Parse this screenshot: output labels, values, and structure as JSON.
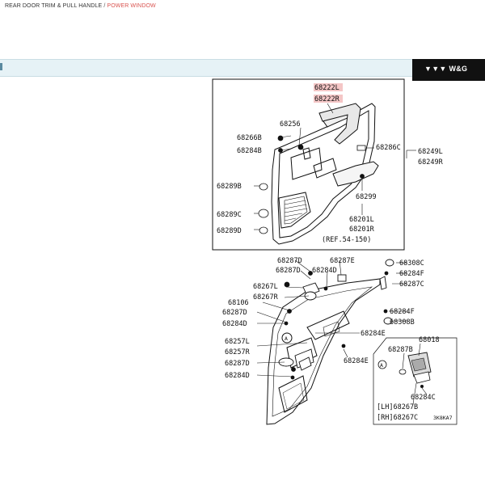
{
  "header": {
    "breadcrumb_main": "REAR DOOR TRIM & PULL HANDLE",
    "breadcrumb_sep": " / ",
    "breadcrumb_active": "POWER WINDOW",
    "brand": "W&G",
    "accent_color": "#d9534f",
    "bar_color": "#e6f2f6"
  },
  "diagram": {
    "top_labels": {
      "p68222L": "68222L",
      "p68222R": "68222R",
      "p68256": "68256",
      "p68266B": "68266B",
      "p68284B": "68284B",
      "p68286C": "68286C",
      "p68249L": "68249L",
      "p68249R": "68249R",
      "p68289B": "68289B",
      "p68299": "68299",
      "p68289C": "68289C",
      "p68201L": "68201L",
      "p68201R": "68201R",
      "p68289D": "68289D",
      "ref": "(REF.54-150)"
    },
    "bottom_labels": {
      "p68287D_a": "68287D",
      "p68287E": "68287E",
      "p68308C": "68308C",
      "p68287D_b": "68287D",
      "p68284D_a": "68284D",
      "p68284F_a": "68284F",
      "p68287C": "68287C",
      "p68267L": "68267L",
      "p68267R": "68267R",
      "p68106": "68106",
      "p68287D_c": "68287D",
      "p68284D_b": "68284D",
      "p68284F_b": "68284F",
      "p68308B": "68308B",
      "p68284E_a": "68284E",
      "p68257L": "68257L",
      "p68257R": "68257R",
      "p68287D_d": "68287D",
      "p68284D_c": "68284D",
      "p68284E_b": "68284E",
      "p68018": "68018",
      "p68287B": "68287B",
      "p68284C": "68284C",
      "lh": "[LH]68267B",
      "rh": "[RH]68267C",
      "callout_a1": "A",
      "callout_a2": "A",
      "code": "3K8KA7"
    }
  }
}
